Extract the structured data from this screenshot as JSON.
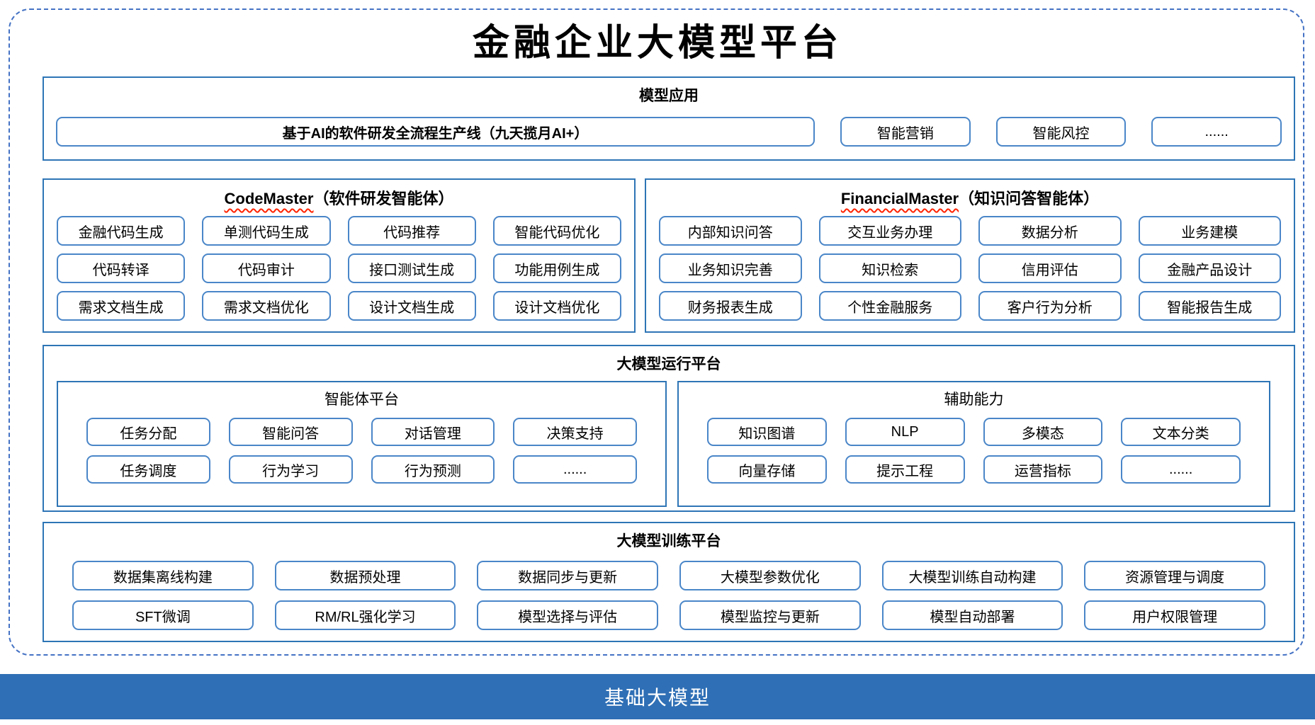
{
  "title": "金融企业大模型平台",
  "colors": {
    "accent_blue": "#2E75B6",
    "cell_border_blue": "#4A86C8",
    "dashed_blue": "#4472C4",
    "bar_blue": "#2F6FB5",
    "spellcheck_red": "#FF2200"
  },
  "apps": {
    "title": "模型应用",
    "main_item": "基于AI的软件研发全流程生产线（九天揽月AI+）",
    "items": [
      "智能营销",
      "智能风控",
      "......"
    ]
  },
  "code_master": {
    "title_en": "CodeMaster",
    "title_zh": "（软件研发智能体）",
    "items": [
      "金融代码生成",
      "单测代码生成",
      "代码推荐",
      "智能代码优化",
      "代码转译",
      "代码审计",
      "接口测试生成",
      "功能用例生成",
      "需求文档生成",
      "需求文档优化",
      "设计文档生成",
      "设计文档优化"
    ]
  },
  "financial_master": {
    "title_en": "FinancialMaster",
    "title_zh": "（知识问答智能体）",
    "items": [
      "内部知识问答",
      "交互业务办理",
      "数据分析",
      "业务建模",
      "业务知识完善",
      "知识检索",
      "信用评估",
      "金融产品设计",
      "财务报表生成",
      "个性金融服务",
      "客户行为分析",
      "智能报告生成"
    ]
  },
  "runtime": {
    "title": "大模型运行平台",
    "agent_platform": {
      "title": "智能体平台",
      "items": [
        "任务分配",
        "智能问答",
        "对话管理",
        "决策支持",
        "任务调度",
        "行为学习",
        "行为预测",
        "......"
      ]
    },
    "aux_ability": {
      "title": "辅助能力",
      "items": [
        "知识图谱",
        "NLP",
        "多模态",
        "文本分类",
        "向量存储",
        "提示工程",
        "运营指标",
        "......"
      ]
    }
  },
  "training": {
    "title": "大模型训练平台",
    "items": [
      "数据集离线构建",
      "数据预处理",
      "数据同步与更新",
      "大模型参数优化",
      "大模型训练自动构建",
      "资源管理与调度",
      "SFT微调",
      "RM/RL强化学习",
      "模型选择与评估",
      "模型监控与更新",
      "模型自动部署",
      "用户权限管理"
    ]
  },
  "base_model": {
    "title": "基础大模型"
  }
}
